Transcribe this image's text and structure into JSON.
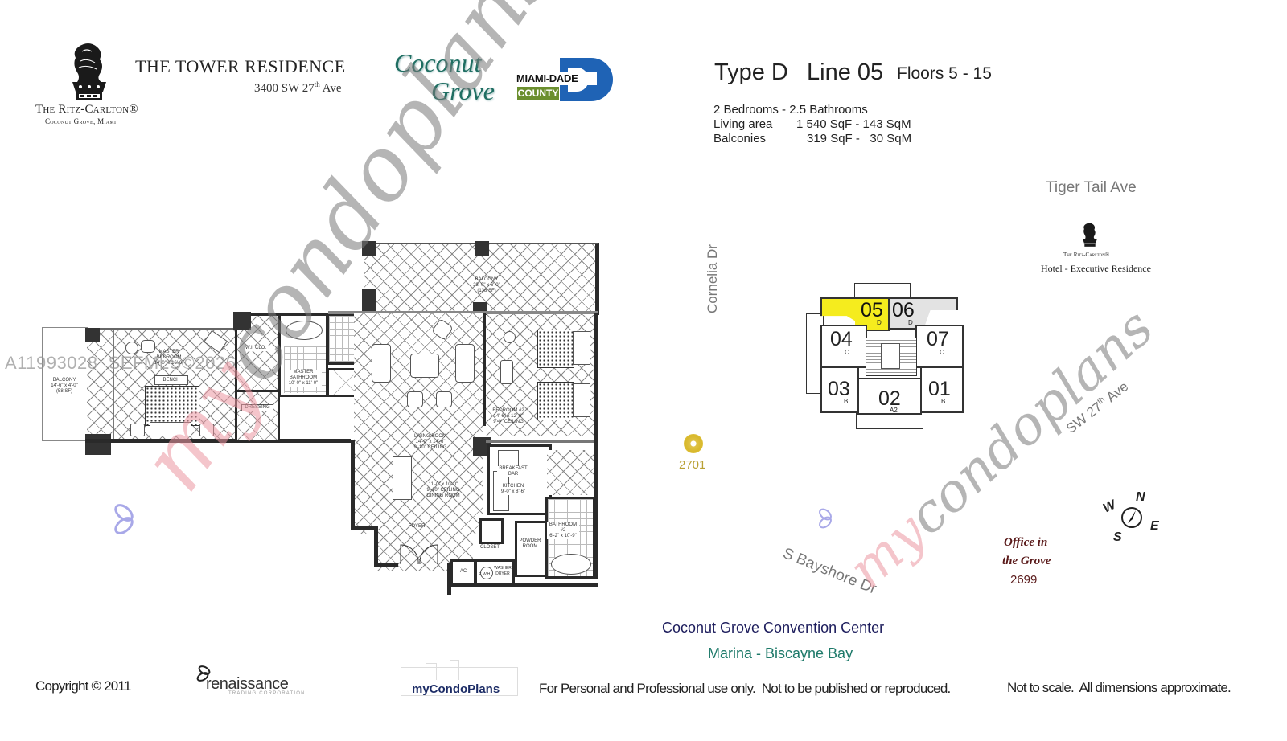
{
  "header": {
    "brand": {
      "name": "The Ritz-Carlton®",
      "location": "Coconut Grove, Miami"
    },
    "building": {
      "title": "THE TOWER RESIDENCE",
      "address_prefix": "3400 SW 27",
      "address_sup": "th",
      "address_suffix": " Ave"
    },
    "coconut_grove_logo": {
      "line1": "Coconut",
      "line2": "Grove",
      "color": "#1f6e62"
    },
    "county_logo": {
      "line1": "MIAMI-DADE",
      "line2": "COUNTY",
      "accent": "#1f63b5",
      "green": "#6b8f2e"
    }
  },
  "unit_info": {
    "type": "Type D",
    "line": "Line 05",
    "floors": "Floors 5 - 15",
    "rooms": "2 Bedrooms - 2.5 Bathrooms",
    "living_label": "Living area",
    "living_value": "1 540 SqF - 143 SqM",
    "balconies_label": "Balconies",
    "balconies_value": "319 SqF -   30 SqM"
  },
  "floor_plan": {
    "rooms": [
      {
        "id": "balcony-west",
        "label": "BALCONY",
        "dims": "14'-6\" x 4'-0\"",
        "area": "(58 SF)"
      },
      {
        "id": "master-bedroom",
        "label": "MASTER BEDROOM",
        "dims": "14'-0\" x 16'-0\""
      },
      {
        "id": "bench",
        "label": "BENCH"
      },
      {
        "id": "wic",
        "label": "W.I. CLO."
      },
      {
        "id": "dressing",
        "label": "DRESSING"
      },
      {
        "id": "master-bathroom",
        "label": "MASTER BATHROOM",
        "dims": "10'-0\" x 11'-0\""
      },
      {
        "id": "balcony-north",
        "label": "BALCONY",
        "dims": "23'-0\" x 6'-0\"",
        "area": "(138 SF)"
      },
      {
        "id": "living-room",
        "label": "LIVING ROOM",
        "dims": "14'-0\" x 14'-6\"",
        "ceiling": "9'-10\" CEILING"
      },
      {
        "id": "dining-room",
        "label": "DINING ROOM",
        "dims": "11'-0\" x 10'-0\"",
        "ceiling": "9'-10\" CEILING"
      },
      {
        "id": "foyer",
        "label": "FOYER"
      },
      {
        "id": "closet",
        "label": "CLOSET"
      },
      {
        "id": "kitchen",
        "label": "KITCHEN",
        "dims": "9'-0\" x 8'-6\"",
        "counter": "BREAKFAST BAR"
      },
      {
        "id": "bedroom-2",
        "label": "BEDROOM #2",
        "dims": "14'-6\" x 12'-6\"",
        "ceiling": "9'-0\" CEILING"
      },
      {
        "id": "bathroom-2",
        "label": "BATHROOM #2",
        "dims": "6'-2\" x 10'-9\""
      },
      {
        "id": "powder-room",
        "label": "POWDER ROOM"
      },
      {
        "id": "ac",
        "label": "AC"
      },
      {
        "id": "wh",
        "label": "E.W.H."
      },
      {
        "id": "washer-dryer",
        "label": "WASHER DRYER"
      }
    ],
    "watermark_mls": "A11993028  SEFMLS©2026",
    "watermark_brand": "mycondoplans"
  },
  "site_map": {
    "streets": {
      "north": "Tiger Tail Ave",
      "west": "Cornelia Dr",
      "east": "SW 27",
      "east_sup": "th",
      "east_suffix": " Ave",
      "south": "S Bayshore Dr"
    },
    "hotel": {
      "brand": "The Ritz-Carlton®",
      "label": "Hotel - Executive Residence"
    },
    "building_2701": "2701",
    "office": {
      "line1": "Office in",
      "line2": "the Grove",
      "number": "2699"
    },
    "compass": {
      "n": "N",
      "s": "S",
      "e": "E",
      "w": "W"
    },
    "units": [
      {
        "num": "05",
        "type": "D",
        "highlight": true
      },
      {
        "num": "06",
        "type": "D"
      },
      {
        "num": "04",
        "type": "C"
      },
      {
        "num": "07",
        "type": "C"
      },
      {
        "num": "03",
        "type": "B"
      },
      {
        "num": "02",
        "type": "A2"
      },
      {
        "num": "01",
        "type": "B"
      }
    ],
    "convention_center": "Coconut Grove Convention Center",
    "marina": "Marina - Biscayne Bay",
    "highlight_color": "#f5ec1e"
  },
  "footer": {
    "copyright": "Copyright © 2011",
    "renaissance": {
      "name": "renaissance",
      "sub": "TRADING CORPORATION"
    },
    "mycondoplans": "myCondoPlans",
    "usage_notice": "For Personal and Professional use only.  Not to be published or reproduced.",
    "scale_notice": "Not to scale.  All dimensions approximate."
  }
}
